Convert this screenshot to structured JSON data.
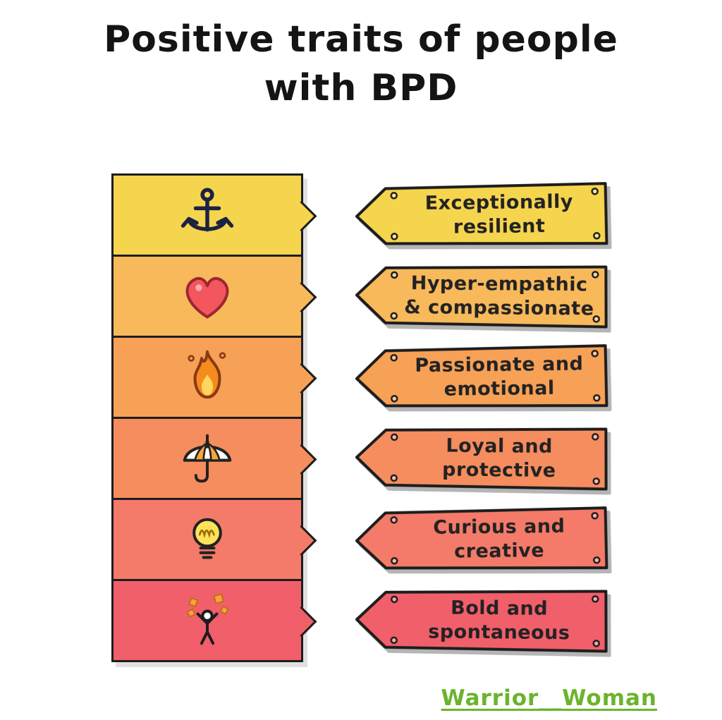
{
  "title": {
    "text": "Positive traits of people\nwith BPD"
  },
  "traits": [
    {
      "icon": "anchor-icon",
      "label": "Exceptionally\nresilient",
      "color": "#f6d54e"
    },
    {
      "icon": "heart-icon",
      "label": "Hyper-empathic\n& compassionate",
      "color": "#f8b95b"
    },
    {
      "icon": "flame-icon",
      "label": "Passionate and\nemotional",
      "color": "#f7a156"
    },
    {
      "icon": "umbrella-icon",
      "label": "Loyal and\nprotective",
      "color": "#f68d5f"
    },
    {
      "icon": "lightbulb-icon",
      "label": "Curious and\ncreative",
      "color": "#f47a69"
    },
    {
      "icon": "celebrating-person-icon",
      "label": "Bold and\nspontaneous",
      "color": "#f15f6b"
    }
  ],
  "credit": {
    "text": "Warrior__Woman",
    "color": "#6ab42c"
  }
}
